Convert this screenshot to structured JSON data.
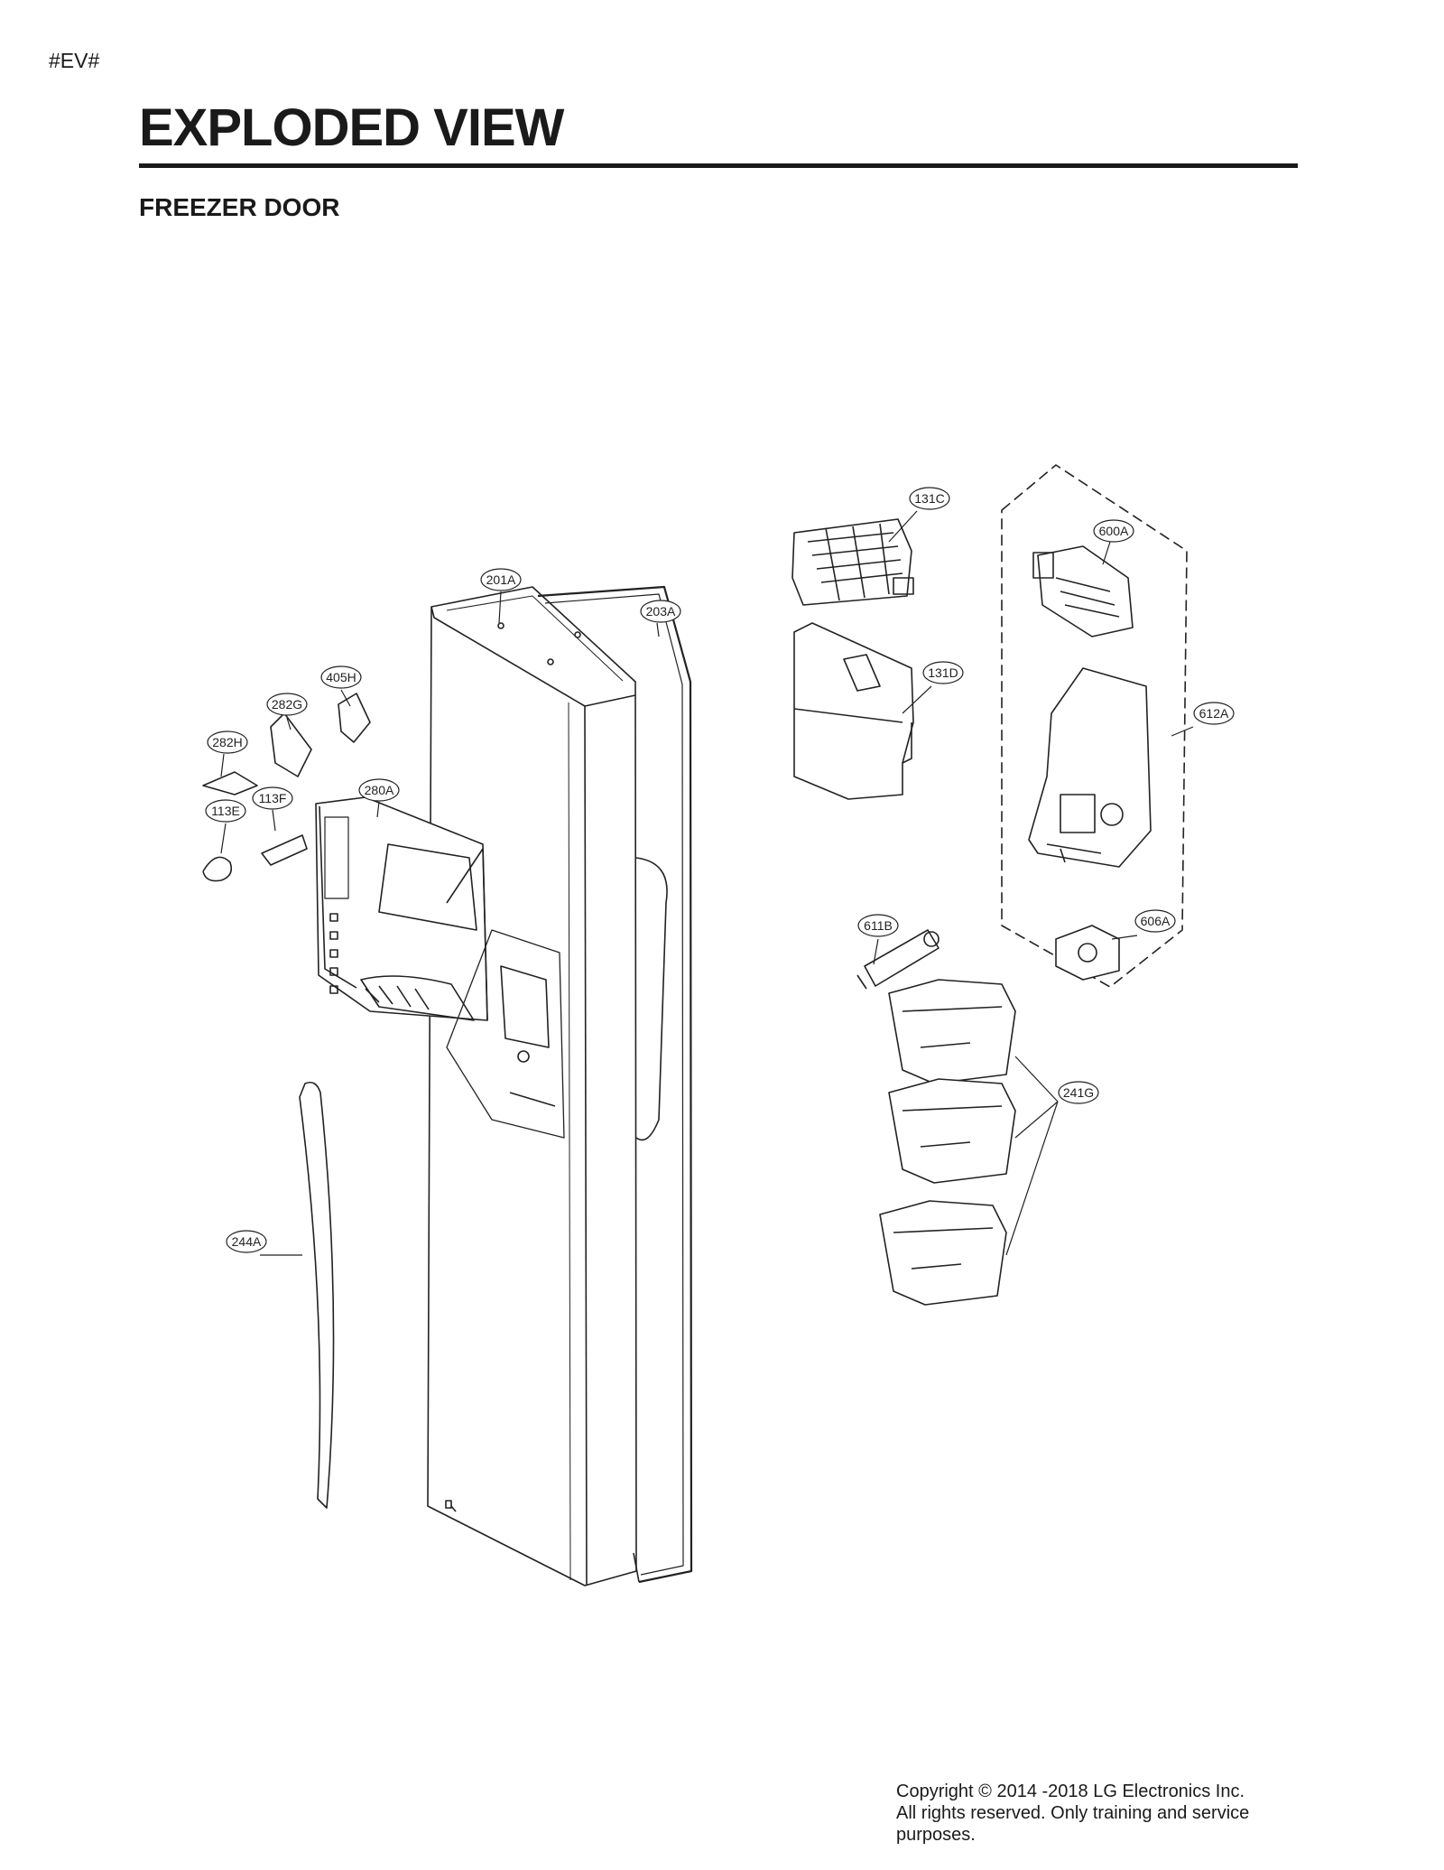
{
  "header": {
    "tag": "#EV#",
    "title": "EXPLODED VIEW",
    "subtitle": "FREEZER DOOR"
  },
  "parts": [
    {
      "label": "131C"
    },
    {
      "label": "600A"
    },
    {
      "label": "201A"
    },
    {
      "label": "203A"
    },
    {
      "label": "131D"
    },
    {
      "label": "405H"
    },
    {
      "label": "282G"
    },
    {
      "label": "612A"
    },
    {
      "label": "282H"
    },
    {
      "label": "280A"
    },
    {
      "label": "113F"
    },
    {
      "label": "113E"
    },
    {
      "label": "606A"
    },
    {
      "label": "611B"
    },
    {
      "label": "241G"
    },
    {
      "label": "244A"
    }
  ],
  "footer": {
    "copyright_line1": "Copyright © 2014 -2018 LG Electronics Inc.",
    "copyright_line2": "All rights reserved. Only training and service",
    "copyright_line3": "purposes."
  }
}
